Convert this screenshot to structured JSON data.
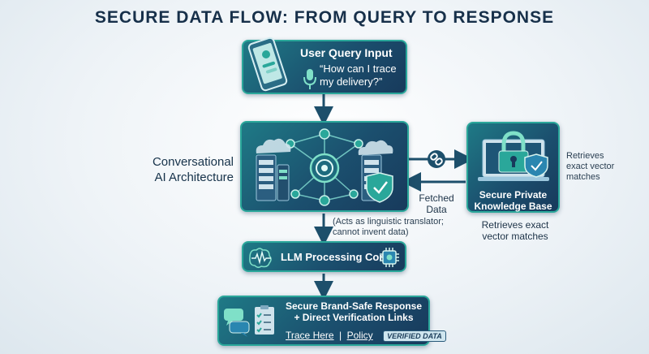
{
  "title": "SECURE DATA FLOW: FROM QUERY TO RESPONSE",
  "user_query": {
    "label": "User Query Input",
    "quote_line1": "“How can I trace",
    "quote_line2": "my delivery?”"
  },
  "architecture": {
    "label_line1": "Conversational",
    "label_line2": "AI Architecture",
    "note_line1": "(Acts as linguistic translator;",
    "note_line2": "cannot invent data)"
  },
  "knowledge_base": {
    "label_line1": "Secure Private",
    "label_line2": "Knowledge Base",
    "side_line1": "Retrieves",
    "side_line2": "exact vector",
    "side_line3": "matches",
    "below_line1": "Retrieves exact",
    "below_line2": "vector matches"
  },
  "fetched": {
    "line1": "Fetched",
    "line2": "Data"
  },
  "llm": {
    "label": "LLM Processing Core"
  },
  "response": {
    "line1": "Secure Brand-Safe Response",
    "line2": "+ Direct Verification Links",
    "link1": "Trace Here",
    "separator": "|",
    "link2": "Policy",
    "badge": "VERIFIED DATA"
  },
  "colors": {
    "accent": "#2aa79a",
    "panel_dark": "#183a5c",
    "arrow": "#1d4f6b"
  }
}
